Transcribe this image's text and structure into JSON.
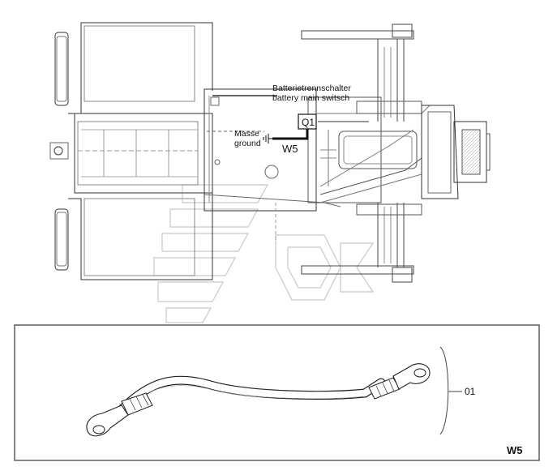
{
  "top_view": {
    "switch_label_de": "Batterietrennschalter",
    "switch_label_en": "battery main switsch",
    "switch_id": "Q1",
    "ground_label_de": "Masse",
    "ground_label_en": "ground",
    "cable_id": "W5"
  },
  "detail_view": {
    "part_number": "01",
    "panel_label": "W5"
  }
}
